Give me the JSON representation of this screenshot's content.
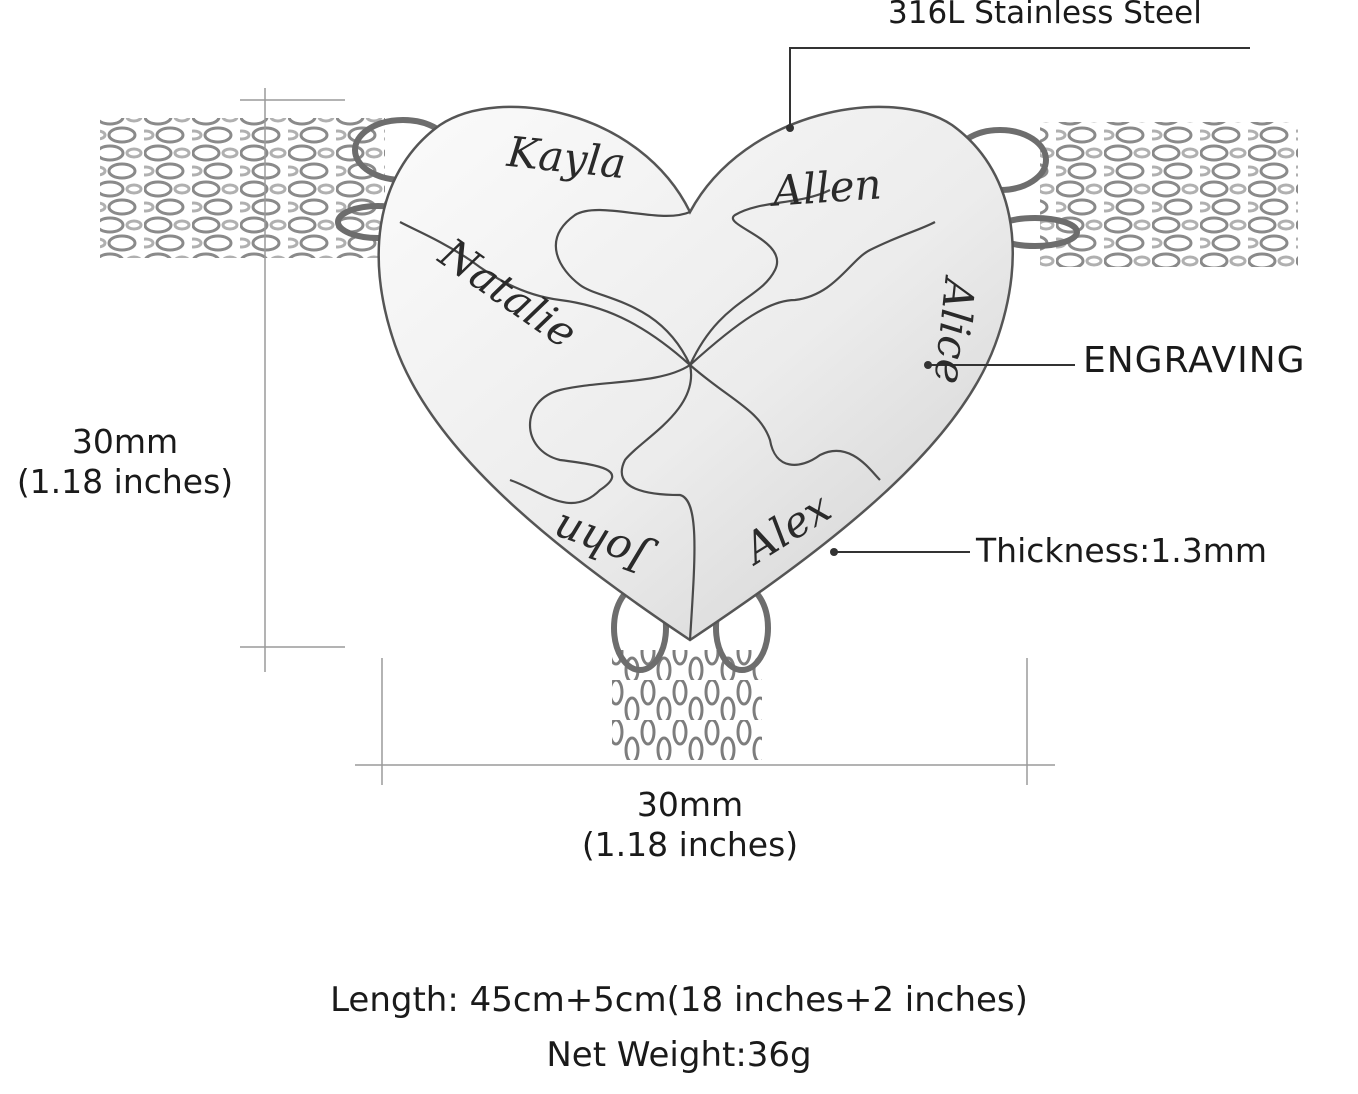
{
  "labels": {
    "material": "316L Stainless Steel",
    "engraving": "ENGRAVING",
    "thickness": "Thickness:1.3mm",
    "height_mm": "30mm",
    "height_in": "(1.18 inches)",
    "width_mm": "30mm",
    "width_in": "(1.18 inches)",
    "length": "Length: 45cm+5cm(18 inches+2 inches)",
    "net_weight": "Net Weight:36g"
  },
  "engraved_names": {
    "kayla": "Kayla",
    "allen": "Allen",
    "natalie": "Natalie",
    "alice": "Alice",
    "john": "John",
    "alex": "Alex"
  },
  "colors": {
    "background": "#ffffff",
    "steel_light": "#f7f7f7",
    "steel_mid": "#e2e2e2",
    "steel_dark": "#a9a9a9",
    "outline": "#555555",
    "dimension_line": "#9a9a9a"
  }
}
